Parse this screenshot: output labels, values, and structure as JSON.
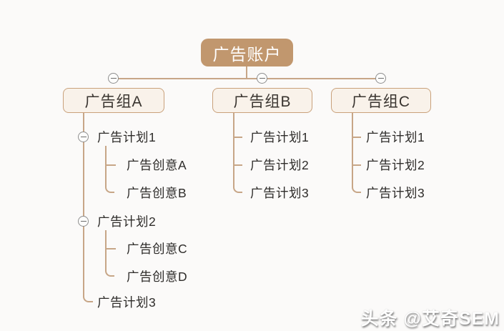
{
  "diagram_type": "mindmap-org-tree",
  "root": {
    "label": "广告账户"
  },
  "groups": [
    {
      "label": "广告组A",
      "children": [
        {
          "label": "广告计划1",
          "children": [
            {
              "label": "广告创意A"
            },
            {
              "label": "广告创意B"
            }
          ]
        },
        {
          "label": "广告计划2",
          "children": [
            {
              "label": "广告创意C"
            },
            {
              "label": "广告创意D"
            }
          ]
        },
        {
          "label": "广告计划3",
          "children": []
        }
      ]
    },
    {
      "label": "广告组B",
      "children": [
        {
          "label": "广告计划1"
        },
        {
          "label": "广告计划2"
        },
        {
          "label": "广告计划3"
        }
      ]
    },
    {
      "label": "广告组C",
      "children": [
        {
          "label": "广告计划1"
        },
        {
          "label": "广告计划2"
        },
        {
          "label": "广告计划3"
        }
      ]
    }
  ],
  "icons": {
    "collapse": "minus-icon"
  },
  "colors": {
    "background": "#fbfaf9",
    "root_fill": "#c1976e",
    "root_text": "#ffffff",
    "group_fill": "#f9f2ea",
    "group_border": "#c9a17b",
    "connector_line": "#c7a687",
    "collapse_border": "#8e8e8e",
    "collapse_minus": "#6d6d6d",
    "leaf_text": "#2e2c2a"
  },
  "watermark": {
    "text": "头条 @艾奇SEM"
  }
}
